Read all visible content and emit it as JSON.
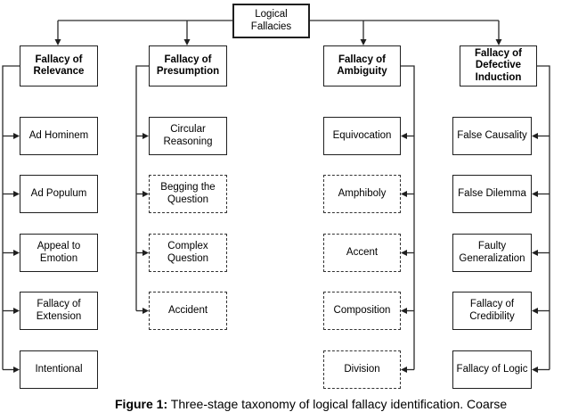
{
  "figure": {
    "root_label": "Logical Fallacies",
    "columns": [
      {
        "header": "Fallacy of Relevance",
        "children": [
          {
            "label": "Ad Hominem",
            "border": "solid"
          },
          {
            "label": "Ad Populum",
            "border": "solid"
          },
          {
            "label": "Appeal to Emotion",
            "border": "solid"
          },
          {
            "label": "Fallacy of Extension",
            "border": "solid"
          },
          {
            "label": "Intentional",
            "border": "solid"
          }
        ]
      },
      {
        "header": "Fallacy of Presumption",
        "children": [
          {
            "label": "Circular Reasoning",
            "border": "solid"
          },
          {
            "label": "Begging the Question",
            "border": "dashed"
          },
          {
            "label": "Complex Question",
            "border": "dashed"
          },
          {
            "label": "Accident",
            "border": "dashed"
          }
        ]
      },
      {
        "header": "Fallacy of Ambiguity",
        "children": [
          {
            "label": "Equivocation",
            "border": "solid"
          },
          {
            "label": "Amphiboly",
            "border": "dashed"
          },
          {
            "label": "Accent",
            "border": "dashed"
          },
          {
            "label": "Composition",
            "border": "dashed"
          },
          {
            "label": "Division",
            "border": "dashed"
          }
        ]
      },
      {
        "header": "Fallacy of Defective Induction",
        "children": [
          {
            "label": "False Causality",
            "border": "solid"
          },
          {
            "label": "False Dilemma",
            "border": "solid"
          },
          {
            "label": "Faulty Generalization",
            "border": "solid"
          },
          {
            "label": "Fallacy of Credibility",
            "border": "solid"
          },
          {
            "label": "Fallacy of Logic",
            "border": "solid"
          }
        ]
      }
    ],
    "caption_prefix": "Figure 1:",
    "caption_text": "Three-stage taxonomy of logical fallacy identification. Coarse",
    "colors": {
      "line": "#222222",
      "background": "#ffffff",
      "text": "#000000"
    }
  }
}
